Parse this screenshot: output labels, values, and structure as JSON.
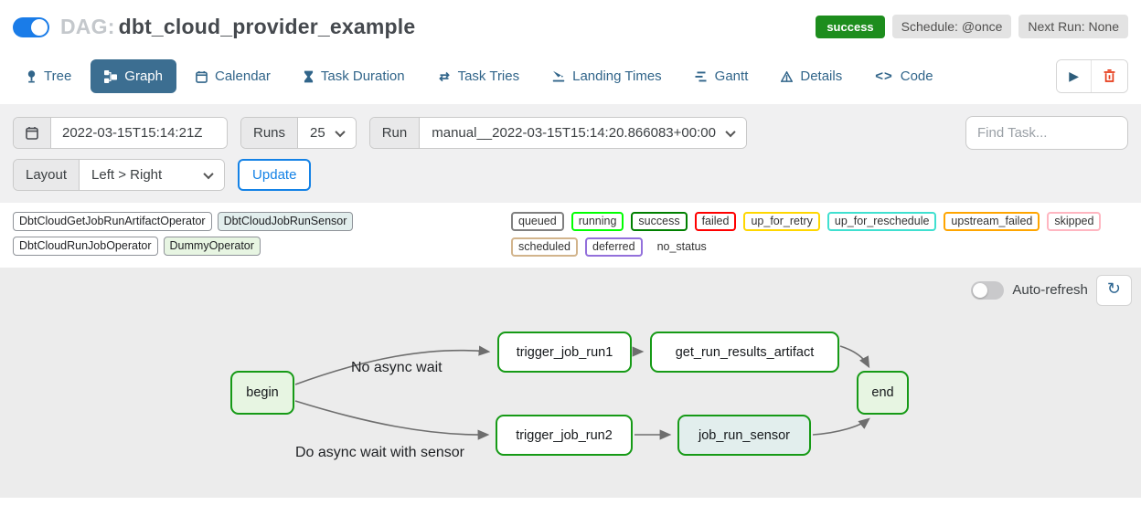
{
  "colors": {
    "accent_blue": "#1a7ce8",
    "update_blue": "#1482e6",
    "tab_active_bg": "#3c6e91",
    "tab_text": "#31658a",
    "success_badge_green": "#1d8d1d",
    "node_border_green": "#169a16",
    "edge_gray": "#6e6e6e",
    "filter_panel_bg": "#f0f0f1",
    "graph_panel_bg": "#ececec",
    "badge_gray_bg": "#e3e3e3",
    "trash_red": "#e63b19"
  },
  "header": {
    "dag_prefix": "DAG:",
    "dag_title": "dbt_cloud_provider_example",
    "pause_toggle_on": true,
    "status_badge": "success",
    "schedule_badge": "Schedule: @once",
    "next_run_badge": "Next Run: None"
  },
  "tabs": [
    {
      "label": "Tree",
      "icon": "tree-icon",
      "active": false
    },
    {
      "label": "Graph",
      "icon": "graph-icon",
      "active": true
    },
    {
      "label": "Calendar",
      "icon": "calendar-icon",
      "active": false
    },
    {
      "label": "Task Duration",
      "icon": "hourglass-icon",
      "active": false
    },
    {
      "label": "Task Tries",
      "icon": "retry-arrows-icon",
      "active": false
    },
    {
      "label": "Landing Times",
      "icon": "plane-landing-icon",
      "active": false
    },
    {
      "label": "Gantt",
      "icon": "gantt-bars-icon",
      "active": false
    },
    {
      "label": "Details",
      "icon": "details-triangle-icon",
      "active": false
    },
    {
      "label": "Code",
      "icon": "code-brackets-icon",
      "active": false
    }
  ],
  "toolbar_actions": [
    {
      "name": "trigger-dag-button",
      "icon": "play-icon"
    },
    {
      "name": "delete-dag-button",
      "icon": "trash-icon"
    }
  ],
  "filters": {
    "base_date_value": "2022-03-15T15:14:21Z",
    "runs_label": "Runs",
    "runs_value": "25",
    "run_label": "Run",
    "run_value": "manual__2022-03-15T15:14:20.866083+00:00",
    "find_task_placeholder": "Find Task...",
    "layout_label": "Layout",
    "layout_value": "Left > Right",
    "update_label": "Update"
  },
  "legend": {
    "operators": [
      {
        "label": "DbtCloudGetJobRunArtifactOperator",
        "fill": "#ffffff"
      },
      {
        "label": "DbtCloudJobRunSensor",
        "fill": "#e2eeed"
      },
      {
        "label": "DbtCloudRunJobOperator",
        "fill": "#ffffff"
      },
      {
        "label": "DummyOperator",
        "fill": "#e7f5e2"
      }
    ],
    "statuses": [
      {
        "label": "queued",
        "color": "#808080"
      },
      {
        "label": "running",
        "color": "#00ff00"
      },
      {
        "label": "success",
        "color": "#008000"
      },
      {
        "label": "failed",
        "color": "#ff0000"
      },
      {
        "label": "up_for_retry",
        "color": "#ffd700"
      },
      {
        "label": "up_for_reschedule",
        "color": "#40e0d0"
      },
      {
        "label": "upstream_failed",
        "color": "#ffa500"
      },
      {
        "label": "skipped",
        "color": "#ffb6c1"
      },
      {
        "label": "scheduled",
        "color": "#d2b48c"
      },
      {
        "label": "deferred",
        "color": "#9370db"
      },
      {
        "label": "no_status",
        "color": null
      }
    ]
  },
  "graph": {
    "auto_refresh_label": "Auto-refresh",
    "auto_refresh_on": false,
    "refresh_icon": "refresh-icon",
    "node_border": "#169a16",
    "nodes": [
      {
        "id": "begin",
        "label": "begin",
        "fill": "#e7f5e2",
        "operator": "DummyOperator"
      },
      {
        "id": "trigger_job_run1",
        "label": "trigger_job_run1",
        "fill": "#ffffff",
        "operator": "DbtCloudRunJobOperator"
      },
      {
        "id": "get_run_results_artifact",
        "label": "get_run_results_artifact",
        "fill": "#ffffff",
        "operator": "DbtCloudGetJobRunArtifactOperator"
      },
      {
        "id": "trigger_job_run2",
        "label": "trigger_job_run2",
        "fill": "#ffffff",
        "operator": "DbtCloudRunJobOperator"
      },
      {
        "id": "job_run_sensor",
        "label": "job_run_sensor",
        "fill": "#e2eeed",
        "operator": "DbtCloudJobRunSensor"
      },
      {
        "id": "end",
        "label": "end",
        "fill": "#e7f5e2",
        "operator": "DummyOperator"
      }
    ],
    "edges": [
      [
        "begin",
        "trigger_job_run1"
      ],
      [
        "begin",
        "trigger_job_run2"
      ],
      [
        "trigger_job_run1",
        "get_run_results_artifact"
      ],
      [
        "trigger_job_run2",
        "job_run_sensor"
      ],
      [
        "get_run_results_artifact",
        "end"
      ],
      [
        "job_run_sensor",
        "end"
      ]
    ],
    "edge_labels": [
      {
        "text": "No async wait",
        "edge": "begin->trigger_job_run1"
      },
      {
        "text": "Do async wait with sensor",
        "edge": "begin->trigger_job_run2"
      }
    ]
  }
}
